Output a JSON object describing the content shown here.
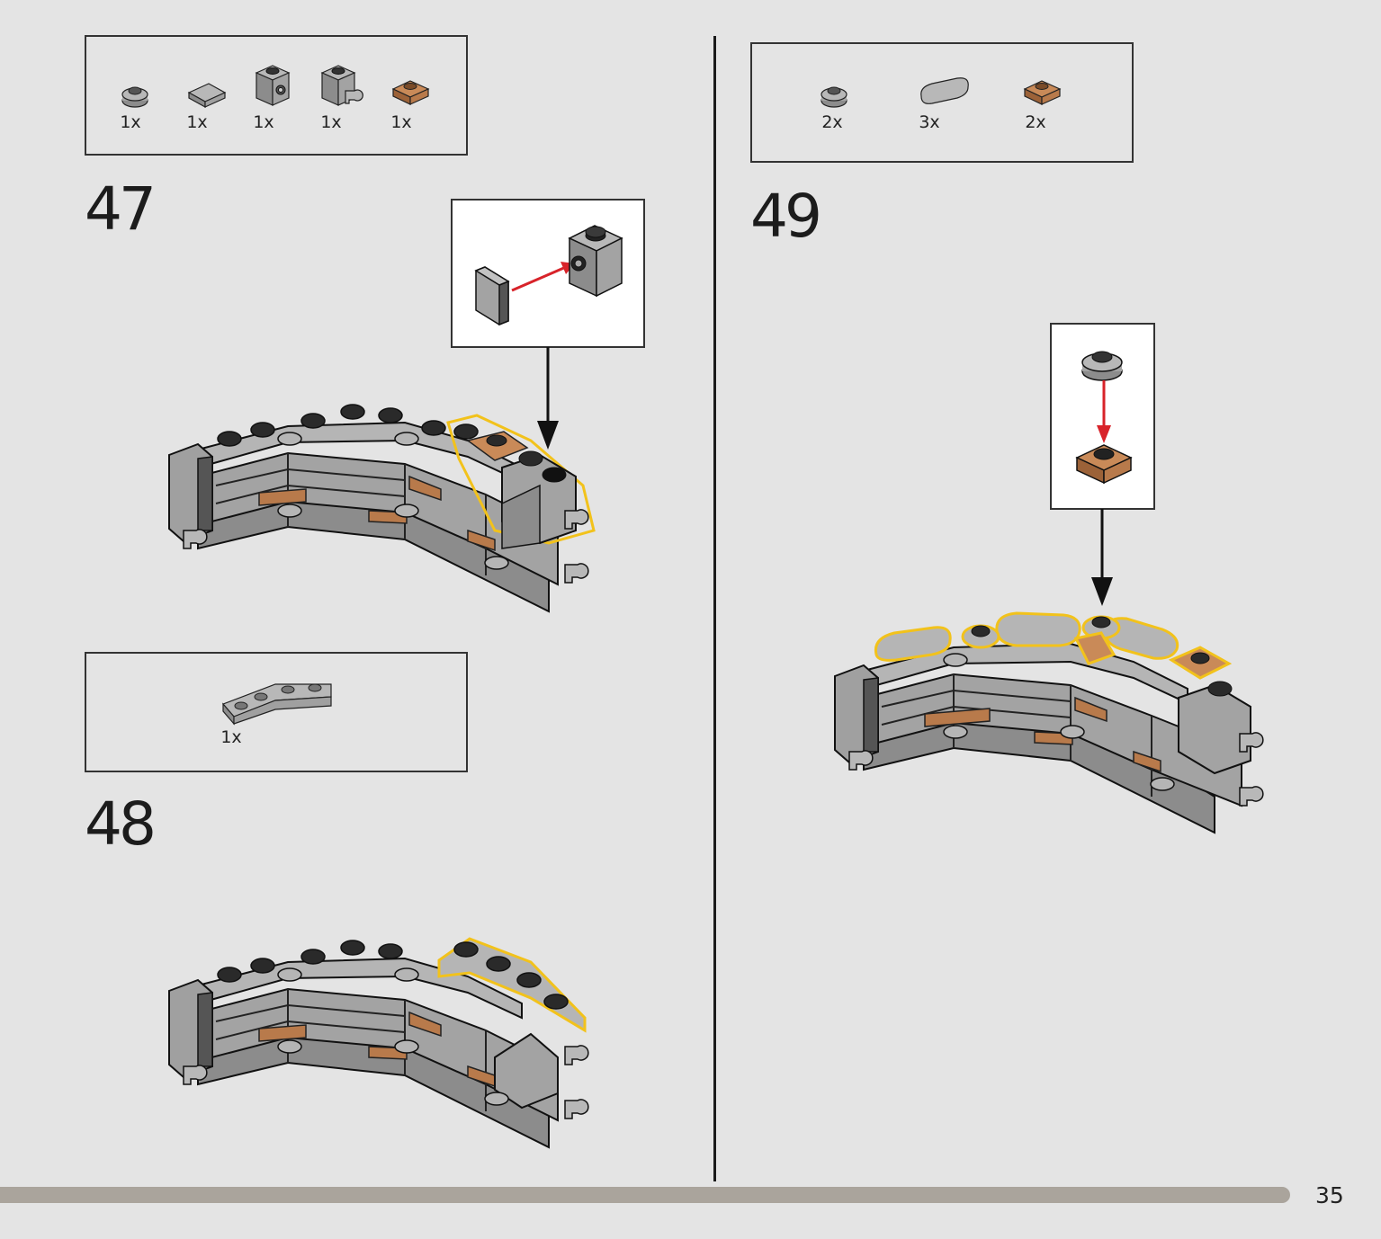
{
  "step47": {
    "number": "47",
    "parts": [
      {
        "icon": "round-plate-icon",
        "qty": "1x"
      },
      {
        "icon": "tile-icon",
        "qty": "1x"
      },
      {
        "icon": "brick-with-stud-side-icon",
        "qty": "1x"
      },
      {
        "icon": "brick-with-clip-icon",
        "qty": "1x"
      },
      {
        "icon": "plate-1x1-brown-icon",
        "qty": "1x"
      }
    ]
  },
  "step48": {
    "number": "48",
    "parts": [
      {
        "icon": "wedge-plate-icon",
        "qty": "1x"
      }
    ]
  },
  "step49": {
    "number": "49",
    "parts": [
      {
        "icon": "round-plate-icon",
        "qty": "2x"
      },
      {
        "icon": "rounded-tile-icon",
        "qty": "3x"
      },
      {
        "icon": "plate-1x1-brown-icon",
        "qty": "2x"
      }
    ]
  },
  "page_number": "35",
  "colors": {
    "background": "#e4e4e4",
    "brick_gray": "#a3a3a3",
    "brick_dark": "#6f6f6f",
    "stud_black": "#1a1a1a",
    "brown": "#b87a4b",
    "highlight": "#f2c21b",
    "arrow_red": "#d8232a",
    "progress_bar": "#aaa49c"
  }
}
